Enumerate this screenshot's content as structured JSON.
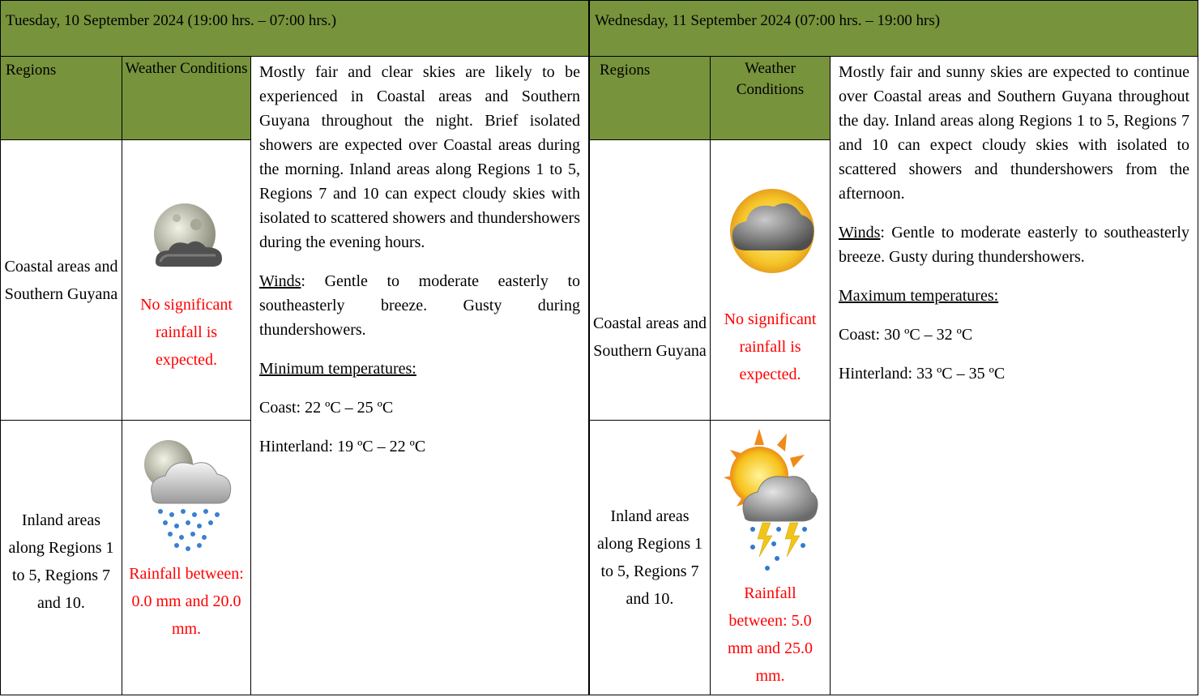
{
  "left": {
    "header": "Tuesday, 10 September 2024 (19:00 hrs. – 07:00 hrs.)",
    "col_regions": "Regions",
    "col_conditions": "Weather Conditions",
    "rows": [
      {
        "region": "Coastal areas and Southern Guyana",
        "icon": "moon-cloud-icon",
        "condition": "No significant rainfall is expected."
      },
      {
        "region": "Inland areas along Regions 1 to 5, Regions 7 and 10.",
        "icon": "moon-cloud-rain-icon",
        "condition": "Rainfall between: 0.0 mm and 20.0 mm."
      }
    ],
    "forecast": "Mostly fair and clear skies are likely to be experienced in Coastal areas and Southern Guyana throughout the night. Brief isolated showers are expected over Coastal areas during the morning. Inland areas along Regions 1 to 5, Regions 7 and 10 can expect cloudy skies with isolated to scattered showers and thundershowers during the evening hours.",
    "winds_label": "Winds",
    "winds_text": ": Gentle to moderate easterly to southeasterly breeze. Gusty during thundershowers.",
    "temp_heading": "Minimum temperatures:",
    "coast": "Coast: 22 ºC – 25 ºC",
    "hinterland": "Hinterland: 19 ºC – 22 ºC"
  },
  "right": {
    "header": "Wednesday, 11 September 2024 (07:00 hrs. – 19:00 hrs)",
    "col_regions": "Regions",
    "col_conditions": "Weather Conditions",
    "rows": [
      {
        "region": "Coastal areas and Southern Guyana",
        "icon": "sun-cloud-icon",
        "condition": "No significant rainfall is expected."
      },
      {
        "region": "Inland areas along Regions 1 to 5, Regions 7 and 10.",
        "icon": "sun-thunderstorm-icon",
        "condition": "Rainfall between: 5.0 mm and 25.0 mm."
      }
    ],
    "forecast": "Mostly fair and sunny skies are expected to continue over Coastal areas and Southern Guyana throughout the day. Inland areas along Regions 1 to 5, Regions 7 and 10 can expect cloudy skies with isolated to scattered showers and thundershowers from the afternoon.",
    "winds_label": "Winds",
    "winds_text": ": Gentle to moderate easterly to southeasterly breeze. Gusty during thundershowers.",
    "temp_heading": "Maximum temperatures:",
    "coast": "Coast: 30 ºC – 32 ºC",
    "hinterland": "Hinterland: 33 ºC – 35 ºC"
  },
  "colors": {
    "header_green": "#77933c",
    "rain_red": "#ff0000"
  }
}
